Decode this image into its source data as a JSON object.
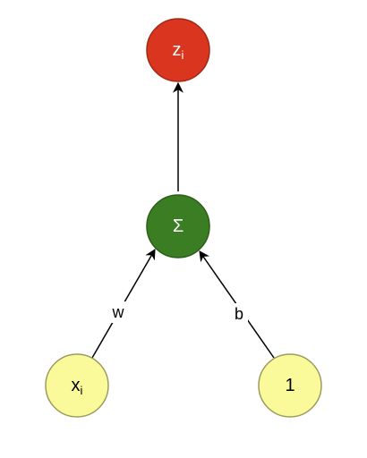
{
  "nodes": {
    "output": {
      "base": "z",
      "sub": "i",
      "fill": "#d9351f",
      "stroke": "#a32817",
      "text_color": "#ffffff"
    },
    "sum": {
      "symbol": "Σ",
      "fill": "#3a7d23",
      "stroke": "#2c5f19",
      "text_color": "#ffffff"
    },
    "input": {
      "base": "x",
      "sub": "i",
      "fill": "#fbfa9a",
      "stroke": "#9c9c5e",
      "text_color": "#000000"
    },
    "bias": {
      "symbol": "1",
      "fill": "#fbfa9a",
      "stroke": "#9c9c5e",
      "text_color": "#000000"
    }
  },
  "edges": {
    "input_to_sum": {
      "label": "w"
    },
    "bias_to_sum": {
      "label": "b"
    },
    "sum_to_output": {
      "label": ""
    }
  },
  "edge_color": "#000000"
}
